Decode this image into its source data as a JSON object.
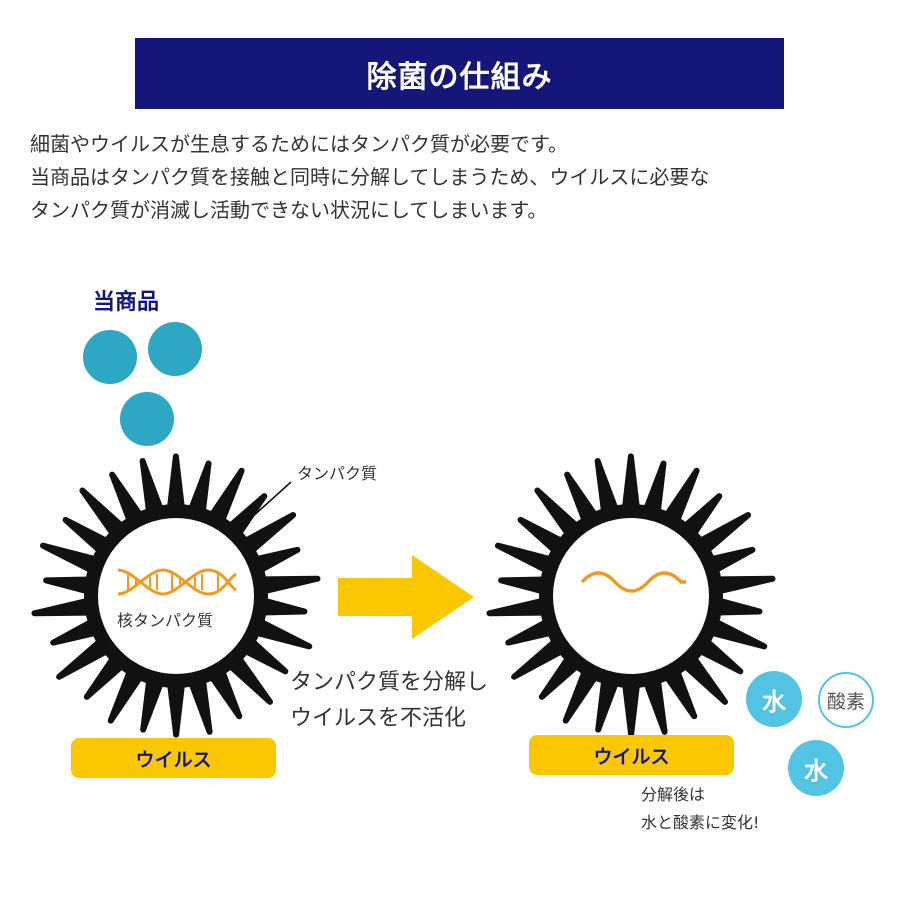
{
  "title": "除菌の仕組み",
  "description": [
    "細菌やウイルスが生息するためにはタンパク質が必要です。",
    "当商品はタンパク質を接触と同時に分解してしまうため、ウイルスに必要な",
    "タンパク質が消滅し活動できない状況にしてしまいます。"
  ],
  "product_label": "当商品",
  "protein_label": "タンパク質",
  "core_protein_label": "核タンパク質",
  "virus_label": "ウイルス",
  "arrow_caption": [
    "タンパク質を分解し",
    "ウイルスを不活化"
  ],
  "products": {
    "water": "水",
    "oxygen": "酸素"
  },
  "note": [
    "分解後は",
    "水と酸素に変化!"
  ],
  "colors": {
    "navy": "#15167a",
    "teal": "#2ea7c5",
    "yellow": "#fbc800",
    "light_blue": "#53c3e3",
    "dna_orange": "#f39a1e",
    "virus_black": "#111111"
  }
}
